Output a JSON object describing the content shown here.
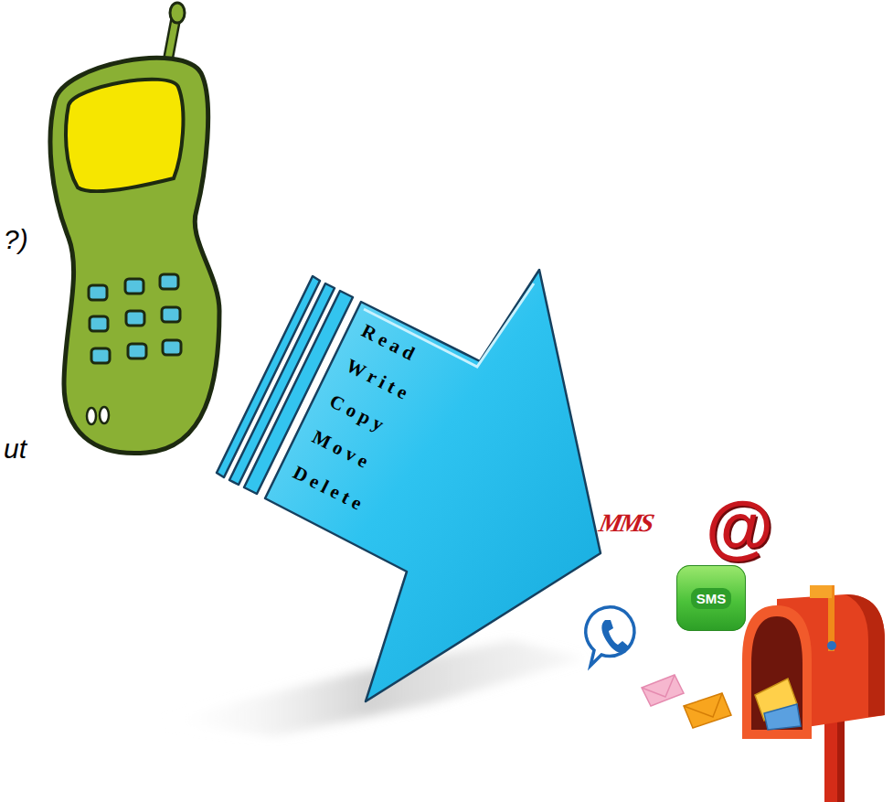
{
  "diagram": {
    "nodes": [
      {
        "text": [
          "Read",
          "Write",
          "Copy",
          "Move",
          "Delete"
        ]
      },
      {
        "text": [
          "SMS"
        ]
      }
    ],
    "labels": [
      "?)",
      "ut",
      "MMS",
      "@"
    ]
  }
}
